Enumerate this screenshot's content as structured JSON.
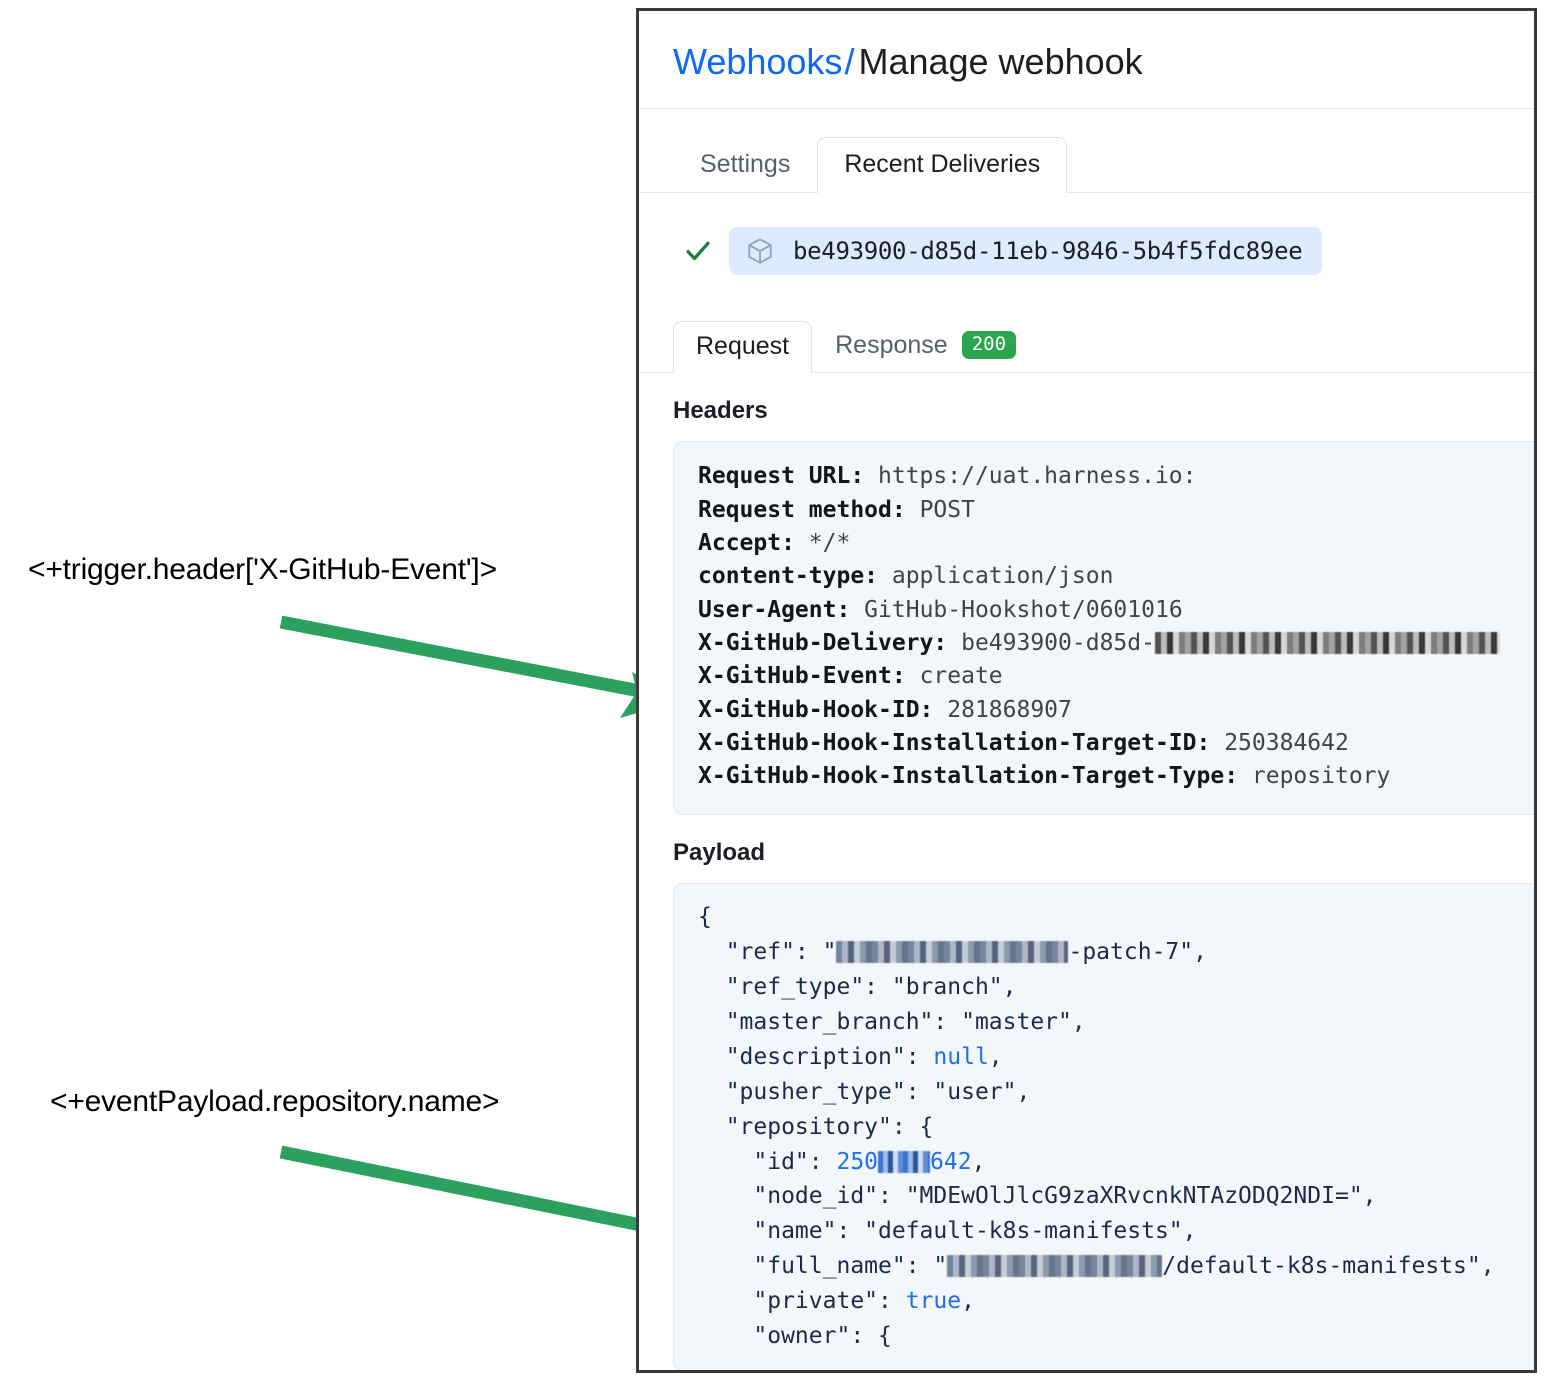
{
  "annotations": [
    {
      "text": "<+trigger.header['X-GitHub-Event']>"
    },
    {
      "text": "<+eventPayload.repository.name>"
    }
  ],
  "annotation_arrow_color": "#2ca05f",
  "breadcrumb": {
    "link": "Webhooks",
    "separator": "/",
    "current": "Manage webhook"
  },
  "tabs": [
    {
      "label": "Settings",
      "active": false
    },
    {
      "label": "Recent Deliveries",
      "active": true
    }
  ],
  "delivery": {
    "status_icon": "check-icon",
    "package_icon": "cube-icon",
    "id": "be493900-d85d-11eb-9846-5b4f5fdc89ee"
  },
  "subtabs": [
    {
      "label": "Request",
      "active": true,
      "badge": null
    },
    {
      "label": "Response",
      "active": false,
      "badge": "200"
    }
  ],
  "badge_color": "#2da44e",
  "sections": {
    "headers_title": "Headers",
    "payload_title": "Payload"
  },
  "headers": [
    {
      "key": "Request URL:",
      "value": " https://uat.harness.io:"
    },
    {
      "key": "Request method:",
      "value": " POST"
    },
    {
      "key": "Accept:",
      "value": " */*"
    },
    {
      "key": "content-type:",
      "value": " application/json"
    },
    {
      "key": "User-Agent:",
      "value": " GitHub-Hookshot/0601016"
    },
    {
      "key": "X-GitHub-Delivery:",
      "value": " be493900-d85d-",
      "redacted": true
    },
    {
      "key": "X-GitHub-Event:",
      "value": " create"
    },
    {
      "key": "X-GitHub-Hook-ID:",
      "value": " 281868907"
    },
    {
      "key": "X-GitHub-Hook-Installation-Target-ID:",
      "value": " 250384642"
    },
    {
      "key": "X-GitHub-Hook-Installation-Target-Type:",
      "value": " repository"
    }
  ],
  "payload_lines": [
    "{",
    "  \"ref\": \"@@REDACT@@-patch-7\",",
    "  \"ref_type\": \"branch\",",
    "  \"master_branch\": \"master\",",
    "  \"description\": @@LIT:null@@,",
    "  \"pusher_type\": \"user\",",
    "  \"repository\": {",
    "    \"id\": @@LIT:250@@@@REDACTB@@@@LIT:642@@,",
    "    \"node_id\": \"MDEwOlJlcG9zaXRvcnkNTAzODQ2NDI=\",",
    "    \"name\": \"default-k8s-manifests\",",
    "    \"full_name\": \"@@REDACT2@@/default-k8s-manifests\",",
    "    \"private\": @@LIT:true@@,",
    "    \"owner\": {"
  ]
}
